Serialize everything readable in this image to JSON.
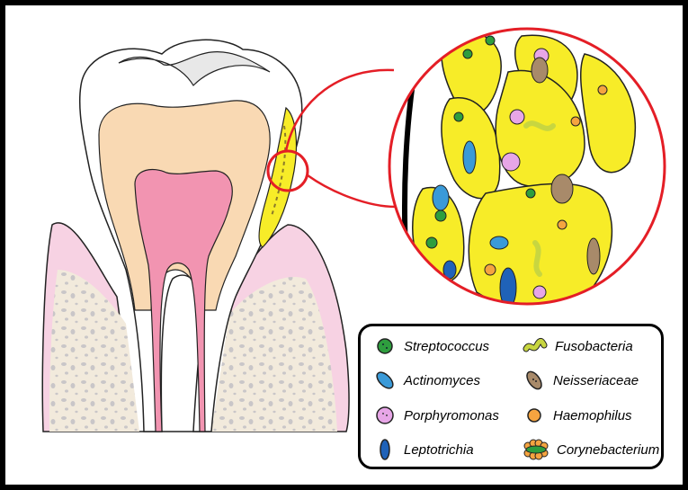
{
  "legend": {
    "items": [
      {
        "label": "Streptococcus",
        "icon": "green-coccus-icon",
        "color": "#2e9e3e"
      },
      {
        "label": "Fusobacteria",
        "icon": "yellow-spiral-icon",
        "color": "#c8d640"
      },
      {
        "label": "Actinomyces",
        "icon": "blue-rod-icon",
        "color": "#3a9ad8"
      },
      {
        "label": "Neisseriaceae",
        "icon": "brown-rod-icon",
        "color": "#a88a6a"
      },
      {
        "label": "Porphyromonas",
        "icon": "pink-coccus-icon",
        "color": "#e7a6e7"
      },
      {
        "label": "Haemophilus",
        "icon": "orange-coccus-icon",
        "color": "#f5a440"
      },
      {
        "label": "Leptotrichia",
        "icon": "darkblue-rod-icon",
        "color": "#1f62b8"
      },
      {
        "label": "Corynebacterium",
        "icon": "corynebacterium-cluster-icon",
        "color": "#f5a440"
      }
    ]
  },
  "colors": {
    "plaque": "#f7ec28",
    "highlight": "#e41e26",
    "dentin": "#f9d9b3",
    "pulp": "#f294b1",
    "gum": "#f7d2e3",
    "bone": "#f2eadc"
  }
}
